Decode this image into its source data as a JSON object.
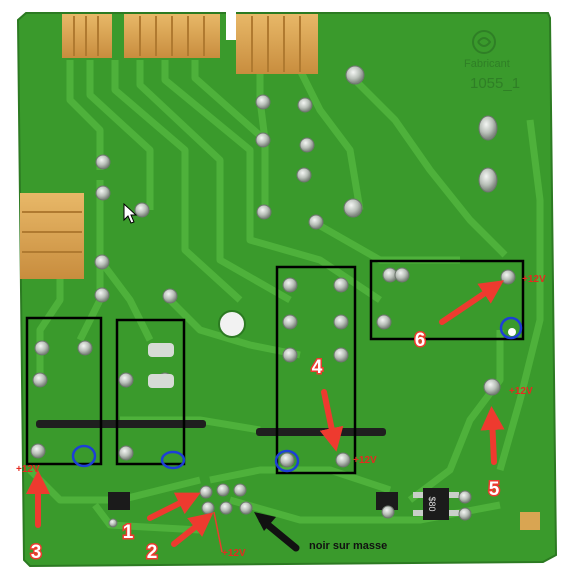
{
  "board": {
    "silkscreen_line1": "Fabricant",
    "silkscreen_line2": "1055_1",
    "chip_marking": "$80"
  },
  "annotations": {
    "markers": [
      {
        "id": "1",
        "text": "1"
      },
      {
        "id": "2",
        "text": "2"
      },
      {
        "id": "3",
        "text": "3"
      },
      {
        "id": "4",
        "text": "4"
      },
      {
        "id": "5",
        "text": "5"
      },
      {
        "id": "6",
        "text": "6"
      }
    ],
    "voltage_labels": {
      "v6": "+12V",
      "v5": "+12V",
      "v4": "+12V",
      "v3": "+12V",
      "v2": "+12V"
    },
    "ground_note": "noir sur masse"
  },
  "colors": {
    "pcb": "#3c9a2e",
    "trace": "#4fb03a",
    "pad": "#c9cfc9",
    "connector": "#d9a552",
    "arrow_red": "#ee3a2f",
    "arrow_black": "#111111",
    "box": "#000000",
    "circle": "#1d3fd6"
  }
}
